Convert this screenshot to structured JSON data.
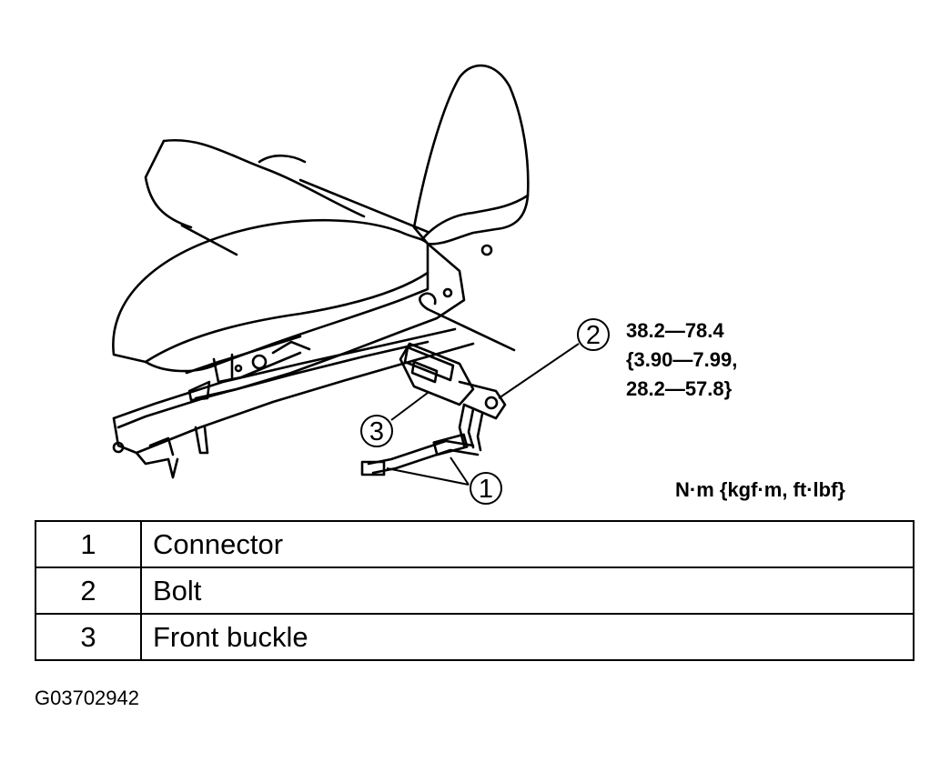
{
  "callouts": [
    {
      "num": "1",
      "part": "Connector"
    },
    {
      "num": "2",
      "part": "Bolt"
    },
    {
      "num": "3",
      "part": "Front buckle"
    }
  ],
  "torque_spec": {
    "line1": "38.2—78.4",
    "line2": "{3.90—7.99,",
    "line3": "28.2—57.8}"
  },
  "unit_label": "N·m {kgf·m, ft·lbf}",
  "legend": {
    "rows": [
      {
        "num": "1",
        "part": "Connector"
      },
      {
        "num": "2",
        "part": "Bolt"
      },
      {
        "num": "3",
        "part": "Front buckle"
      }
    ]
  },
  "figure_id": "G03702942"
}
